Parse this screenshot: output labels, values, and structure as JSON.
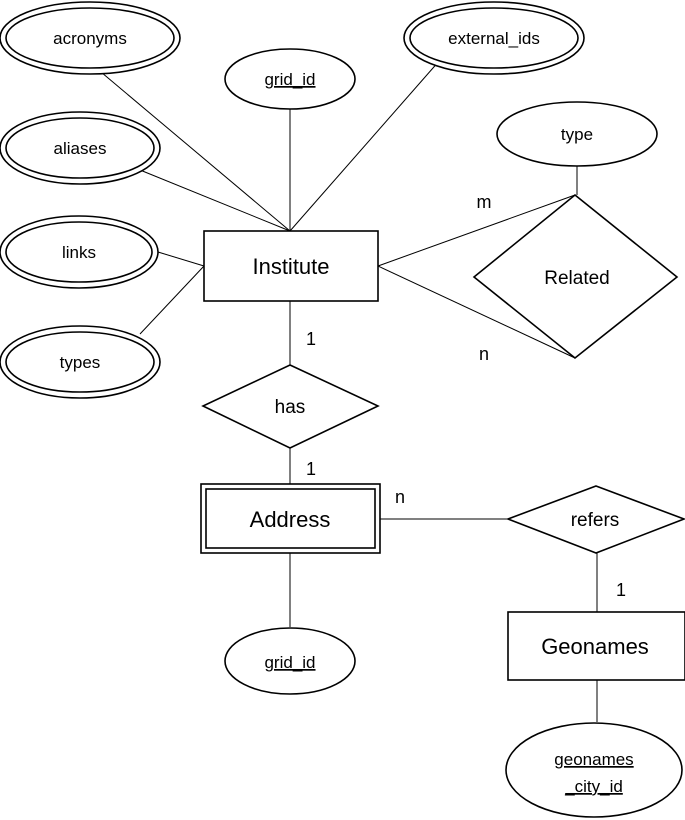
{
  "entities": {
    "institute": "Institute",
    "address": "Address",
    "geonames": "Geonames"
  },
  "relationships": {
    "related": "Related",
    "has": "has",
    "refers": "refers"
  },
  "attributes": {
    "acronyms": "acronyms",
    "external_ids": "external_ids",
    "institute_grid_id": "grid_id",
    "aliases": "aliases",
    "type": "type",
    "links": "links",
    "types": "types",
    "address_grid_id": "grid_id",
    "geonames_city_id_line1": "geonames",
    "geonames_city_id_line2": "_city_id"
  },
  "cardinalities": {
    "related_m": "m",
    "related_n": "n",
    "has_institute": "1",
    "has_address": "1",
    "refers_address": "n",
    "refers_geonames": "1"
  }
}
